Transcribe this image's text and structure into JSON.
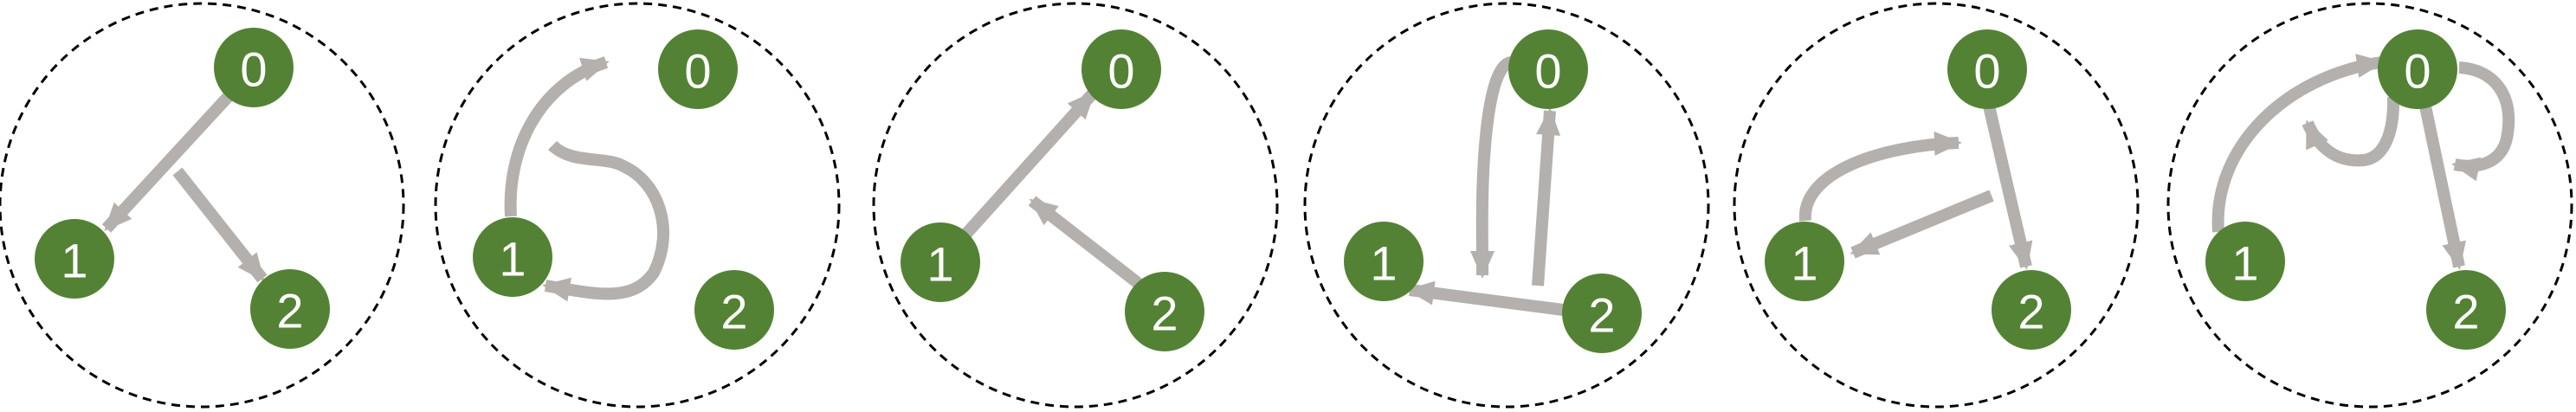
{
  "colors": {
    "node_fill": "#548235",
    "edge": "#b4b0ae",
    "boundary": "#000000",
    "background": "#ffffff",
    "label": "#ffffff"
  },
  "panels": [
    {
      "nodes": [
        {
          "id": "0",
          "label": "0"
        },
        {
          "id": "1",
          "label": "1"
        },
        {
          "id": "2",
          "label": "2"
        }
      ],
      "edges": [
        {
          "from": "0",
          "to": "1",
          "shape": "straight"
        },
        {
          "from": "0",
          "to": "2",
          "shape": "straight"
        }
      ]
    },
    {
      "nodes": [
        {
          "id": "0",
          "label": "0"
        },
        {
          "id": "1",
          "label": "1"
        },
        {
          "id": "2",
          "label": "2"
        }
      ],
      "edges": [
        {
          "from": "1",
          "to": "0",
          "shape": "curved"
        },
        {
          "from": "1",
          "to": "1",
          "shape": "self-loop"
        }
      ]
    },
    {
      "nodes": [
        {
          "id": "0",
          "label": "0"
        },
        {
          "id": "1",
          "label": "1"
        },
        {
          "id": "2",
          "label": "2"
        }
      ],
      "edges": [
        {
          "from": "1",
          "to": "0",
          "shape": "straight"
        },
        {
          "from": "2",
          "to": "0",
          "shape": "straight"
        }
      ]
    },
    {
      "nodes": [
        {
          "id": "0",
          "label": "0"
        },
        {
          "id": "1",
          "label": "1"
        },
        {
          "id": "2",
          "label": "2"
        }
      ],
      "edges": [
        {
          "from": "0",
          "to": "1",
          "shape": "curved"
        },
        {
          "from": "2",
          "to": "0",
          "shape": "straight"
        },
        {
          "from": "2",
          "to": "1",
          "shape": "straight"
        }
      ]
    },
    {
      "nodes": [
        {
          "id": "0",
          "label": "0"
        },
        {
          "id": "1",
          "label": "1"
        },
        {
          "id": "2",
          "label": "2"
        }
      ],
      "edges": [
        {
          "from": "1",
          "to": "0",
          "shape": "curved"
        },
        {
          "from": "0",
          "to": "1",
          "shape": "straight"
        },
        {
          "from": "0",
          "to": "2",
          "shape": "straight"
        }
      ]
    },
    {
      "nodes": [
        {
          "id": "0",
          "label": "0"
        },
        {
          "id": "1",
          "label": "1"
        },
        {
          "id": "2",
          "label": "2"
        }
      ],
      "edges": [
        {
          "from": "1",
          "to": "0",
          "shape": "curved"
        },
        {
          "from": "0",
          "to": "0",
          "shape": "self-loop-left"
        },
        {
          "from": "0",
          "to": "0",
          "shape": "self-loop-right"
        },
        {
          "from": "0",
          "to": "2",
          "shape": "straight"
        }
      ]
    }
  ]
}
